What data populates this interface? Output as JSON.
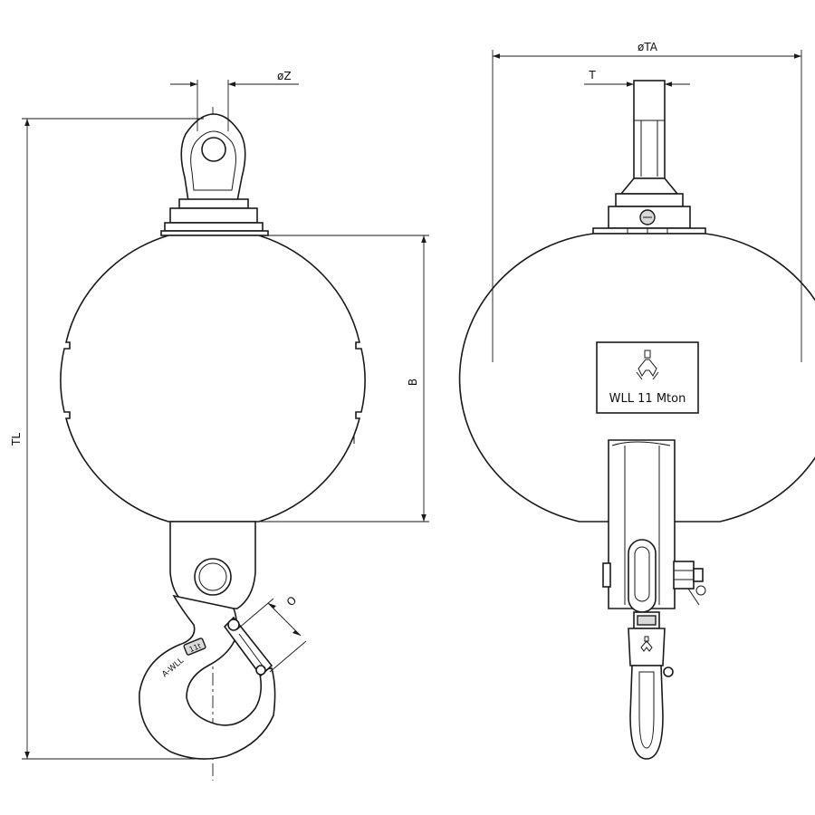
{
  "dimensions": {
    "shackle_width": "øZ",
    "total_length": "TL",
    "ball_height": "B",
    "hook_opening": "O",
    "ball_diameter": "øTA",
    "thread": "T"
  },
  "plate": {
    "label": "WLL 11  Mton",
    "logo": "crane-hook-logo-icon"
  },
  "hook_marking": {
    "text": "A-WLL",
    "badge": "11t"
  },
  "colors": {
    "line": "#1a1a1a",
    "fill_grey": "#d9d9d9",
    "background": "#ffffff"
  }
}
